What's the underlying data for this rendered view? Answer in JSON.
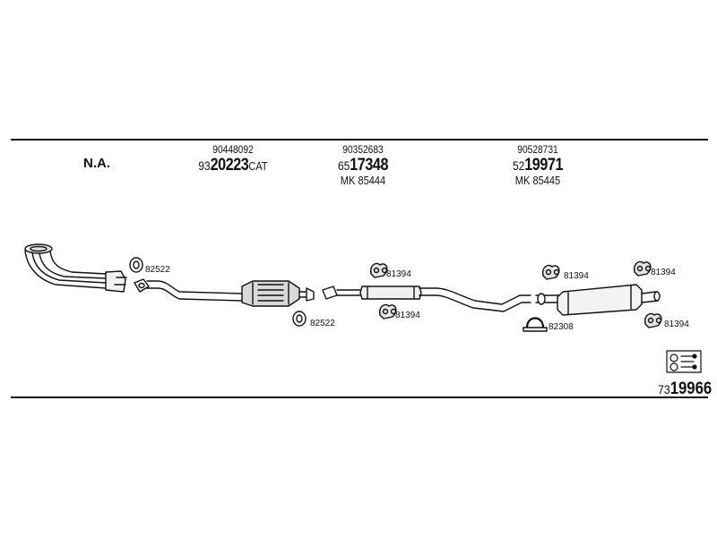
{
  "columns": {
    "na": "N.A.",
    "cat": {
      "oe": "90448092",
      "prefix": "93",
      "number": "20223",
      "suffix": "CAT"
    },
    "middle": {
      "oe": "90352683",
      "prefix": "65",
      "number": "17348",
      "mk": "MK  85444"
    },
    "rear": {
      "oe": "90528731",
      "prefix": "52",
      "number": "19971",
      "mk": "MK  85445"
    }
  },
  "hardware": {
    "gasket_front": "82522",
    "gasket_cat": "82522",
    "hanger_mid_top": "81394",
    "hanger_mid_bottom": "81394",
    "hanger_rear_1": "81394",
    "hanger_rear_2": "81394",
    "hanger_rear_3": "81394",
    "clamp_rear": "82308"
  },
  "kit": {
    "prefix": "73",
    "number": "19966"
  },
  "icons": {
    "kit_icon": "mounting-kit-icon"
  }
}
